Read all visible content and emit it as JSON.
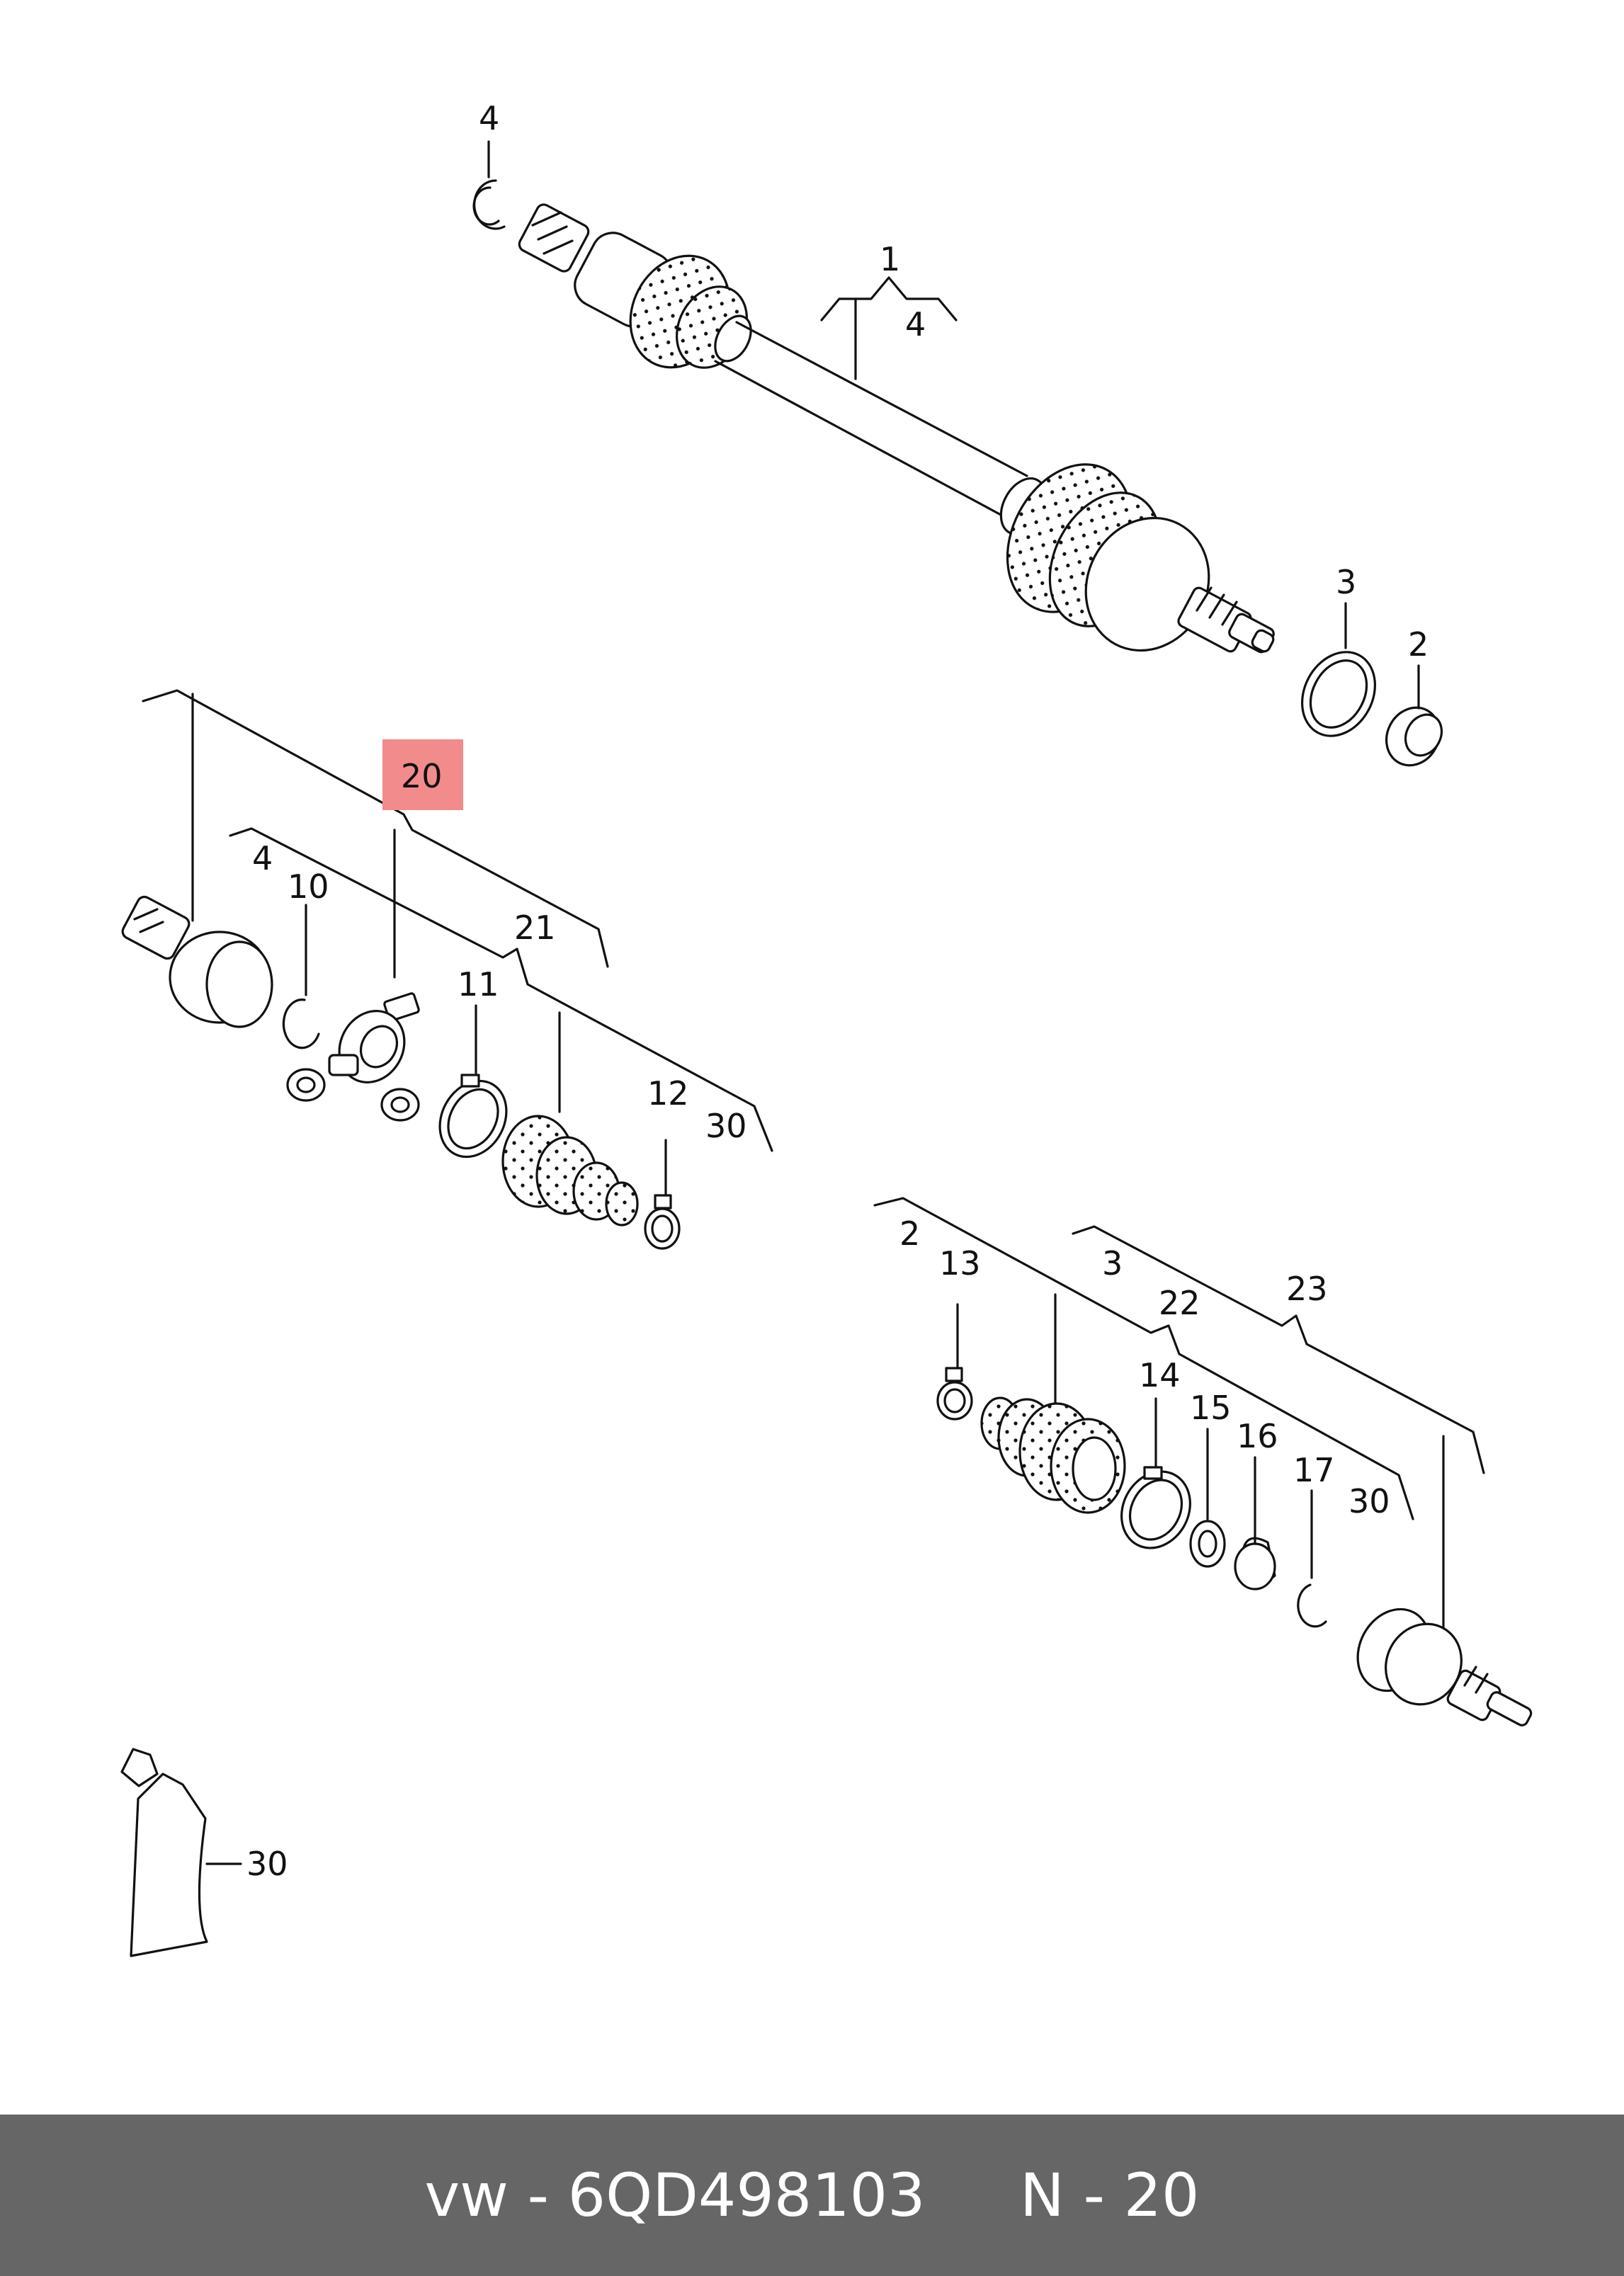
{
  "diagram": {
    "callouts": {
      "c1": "1",
      "c4a": "4",
      "c4b": "4",
      "c3a": "3",
      "c2a": "2",
      "c20": "20",
      "c4c": "4",
      "c10": "10",
      "c21": "21",
      "c11": "11",
      "c12": "12",
      "c30a": "30",
      "c2b": "2",
      "c13": "13",
      "c3b": "3",
      "c22": "22",
      "c23": "23",
      "c14": "14",
      "c15": "15",
      "c16": "16",
      "c17": "17",
      "c30b": "30",
      "c30c": "30"
    },
    "highlighted_callout": "20",
    "highlight_color": "#f28b8b"
  },
  "footer": {
    "text": "vw - 6QD498103     N - 20",
    "background_color": "#666666"
  }
}
